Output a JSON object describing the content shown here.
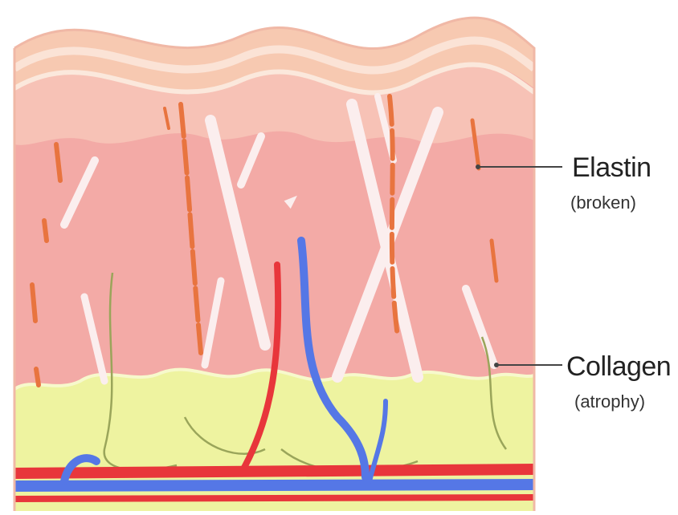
{
  "labels": {
    "elastin": {
      "title": "Elastin",
      "note": "(broken)"
    },
    "collagen": {
      "title": "Collagen",
      "note": "(atrophy)"
    }
  },
  "colors": {
    "epidermis": "#f7c9b1",
    "epidermis_light": "#fbe3d6",
    "dermis": "#f3aaa6",
    "dermis_dark": "#e8928f",
    "fat": "#eef3a0",
    "artery": "#e8363b",
    "vein": "#5577e6",
    "elastin": "#e8743f",
    "collagen": "#fbeeee",
    "nerve": "#9aa55a"
  }
}
